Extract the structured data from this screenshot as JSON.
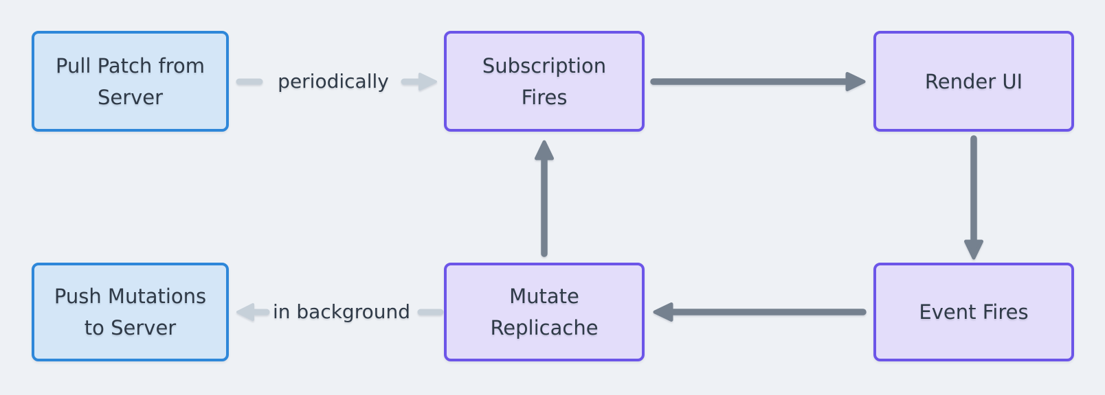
{
  "diagram": {
    "colors": {
      "background": "#eef1f5",
      "node_blue_border": "#2e87d9",
      "node_blue_fill": "#d4e6f7",
      "node_purple_border": "#6c55e8",
      "node_purple_fill": "#e3ddfa",
      "arrow_dark": "#75818f",
      "arrow_light": "#c6d0d9",
      "text": "#2f3a47"
    },
    "nodes": [
      {
        "id": "pull-patch-from-server",
        "label": "Pull Patch from Server",
        "lines": [
          "Pull Patch from",
          "Server"
        ],
        "style": "blue"
      },
      {
        "id": "subscription-fires",
        "label": "Subscription Fires",
        "lines": [
          "Subscription",
          "Fires"
        ],
        "style": "purple"
      },
      {
        "id": "render-ui",
        "label": "Render UI",
        "lines": [
          "Render UI"
        ],
        "style": "purple"
      },
      {
        "id": "push-mutations-to-server",
        "label": "Push Mutations to Server",
        "lines": [
          "Push Mutations",
          "to Server"
        ],
        "style": "blue"
      },
      {
        "id": "mutate-replicache",
        "label": "Mutate Replicache",
        "lines": [
          "Mutate",
          "Replicache"
        ],
        "style": "purple"
      },
      {
        "id": "event-fires",
        "label": "Event Fires",
        "lines": [
          "Event Fires"
        ],
        "style": "purple"
      }
    ],
    "edges": [
      {
        "from": "pull-patch-from-server",
        "to": "subscription-fires",
        "label": "periodically",
        "style": "light"
      },
      {
        "from": "subscription-fires",
        "to": "render-ui",
        "label": "",
        "style": "dark"
      },
      {
        "from": "render-ui",
        "to": "event-fires",
        "label": "",
        "style": "dark"
      },
      {
        "from": "event-fires",
        "to": "mutate-replicache",
        "label": "",
        "style": "dark"
      },
      {
        "from": "mutate-replicache",
        "to": "subscription-fires",
        "label": "",
        "style": "dark"
      },
      {
        "from": "mutate-replicache",
        "to": "push-mutations-to-server",
        "label": "in background",
        "style": "light"
      }
    ]
  }
}
